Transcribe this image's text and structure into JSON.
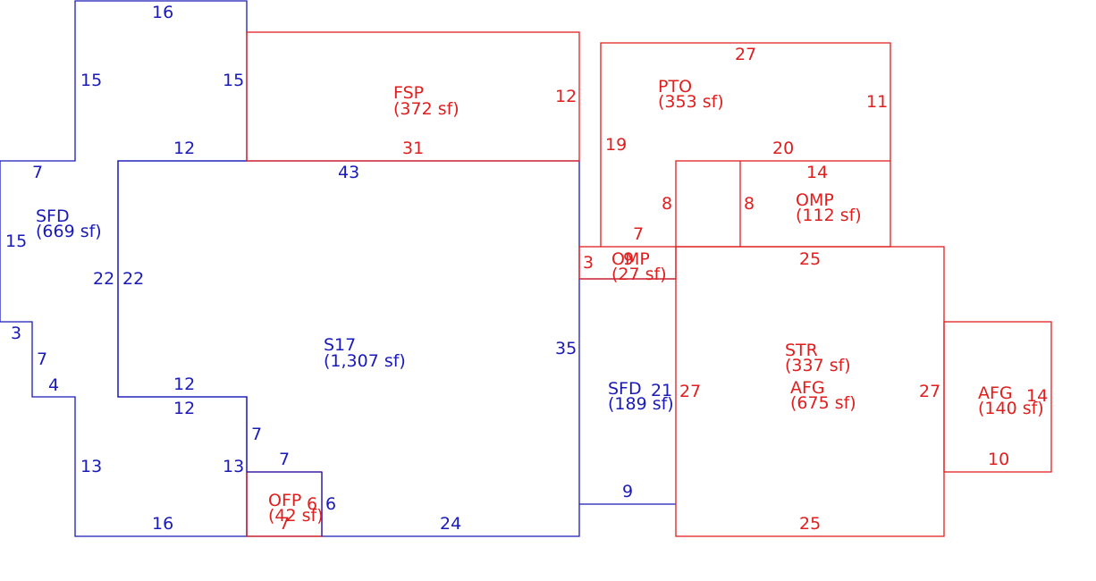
{
  "colors": {
    "main_building": "#1a1ab8",
    "other_structure": "#e01e1e"
  },
  "areas": {
    "sfd_main": {
      "code": "SFD",
      "area": "(669 sf)"
    },
    "s17": {
      "code": "S17",
      "area": "(1,307 sf)"
    },
    "sfd_small": {
      "code": "SFD",
      "area": "(189 sf)"
    },
    "fsp": {
      "code": "FSP",
      "area": "(372 sf)"
    },
    "pto": {
      "code": "PTO",
      "area": "(353 sf)"
    },
    "omp_large": {
      "code": "OMP",
      "area": "(112 sf)"
    },
    "omp_small": {
      "code": "OMP",
      "area": "(27 sf)"
    },
    "str": {
      "code": "STR",
      "area": "(337 sf)"
    },
    "afg_large": {
      "code": "AFG",
      "area": "(675 sf)"
    },
    "afg_small": {
      "code": "AFG",
      "area": "(140 sf)"
    },
    "ofp": {
      "code": "OFP",
      "area": "(42 sf)"
    }
  },
  "dimensions": {
    "blue": [
      "16",
      "15",
      "15",
      "12",
      "7",
      "15",
      "3",
      "7",
      "4",
      "13",
      "16",
      "22",
      "22",
      "43",
      "12",
      "12",
      "7",
      "13",
      "7",
      "6",
      "24",
      "35",
      "21",
      "9"
    ],
    "red": [
      "31",
      "12",
      "27",
      "11",
      "19",
      "20",
      "14",
      "8",
      "8",
      "7",
      "3",
      "9",
      "25",
      "27",
      "27",
      "14",
      "10",
      "25",
      "6",
      "7"
    ]
  }
}
